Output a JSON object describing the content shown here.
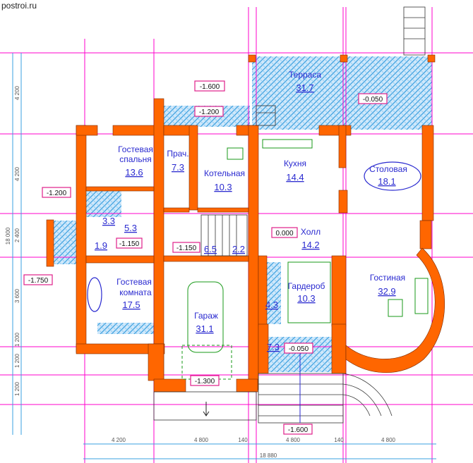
{
  "site": "postroi.ru",
  "colors": {
    "wall": "#ff6600",
    "grid": "#ff00cc",
    "text": "#2a2ad0",
    "dimension": "#3aa0e0",
    "furniture": "#1a9a1a",
    "tile": "#3aa0e0"
  },
  "rooms": [
    {
      "name": "Терраса",
      "area": "31.7"
    },
    {
      "name": "Гостевая спальня",
      "name1": "Гостевая",
      "name2": "спальня",
      "area": "13.6"
    },
    {
      "name": "Прач.",
      "area": "7.3"
    },
    {
      "name": "Котельная",
      "area": "10.3"
    },
    {
      "name": "Кухня",
      "area": "14.4"
    },
    {
      "name": "Столовая",
      "area": "18.1"
    },
    {
      "name": "Холл",
      "area": "14.2"
    },
    {
      "name": "Гостевая комната",
      "name1": "Гостевая",
      "name2": "комната",
      "area": "17.5"
    },
    {
      "name": "Гараж",
      "area": "31.1"
    },
    {
      "name": "Гардероб",
      "area": "10.3"
    },
    {
      "name": "Гостиная",
      "area": "32.9"
    }
  ],
  "small_areas": [
    "3.3",
    "5.3",
    "1.9",
    "6.5",
    "2.2",
    "4.3",
    "7.3"
  ],
  "levels": {
    "terrace_stair_top": "-1.600",
    "terrace_small": "-1.200",
    "terrace": "-0.050",
    "left_porch": "-1.200",
    "left_entry": "-1.750",
    "bath": "-1.150",
    "stair": "-1.150",
    "hall": "0.000",
    "entry": "-0.050",
    "garage": "-1.300",
    "main_stair": "-1.600"
  },
  "dimensions": {
    "bottom": [
      "4 200",
      "4 800",
      "140",
      "4 800",
      "140",
      "4 800"
    ],
    "total_width": "18 880",
    "left": [
      "4 200",
      "4 200",
      "2 400",
      "3 600",
      "1 200",
      "1 200",
      "1 200"
    ],
    "total_height": "18 000"
  }
}
